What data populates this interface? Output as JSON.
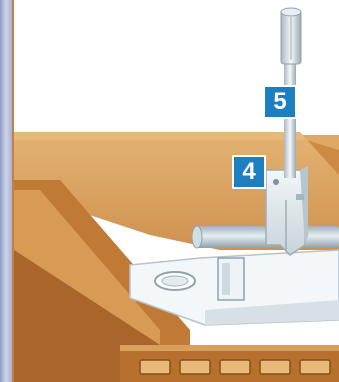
{
  "steps": {
    "step_5": "5",
    "step_4": "4"
  },
  "colors": {
    "badge": "#1d7fbf",
    "badge_text": "#ffffff",
    "wood_light": "#d9a45f",
    "wood_mid": "#c47d35",
    "wood_dark": "#9a5a22",
    "metal": "#d3dde3",
    "metal_shadow": "#9fb0ba",
    "frame_blue": "#b9c2dd"
  },
  "icons": {
    "screw": "screw-icon",
    "bracket": "mounting-bracket",
    "rod": "metal-rod"
  }
}
